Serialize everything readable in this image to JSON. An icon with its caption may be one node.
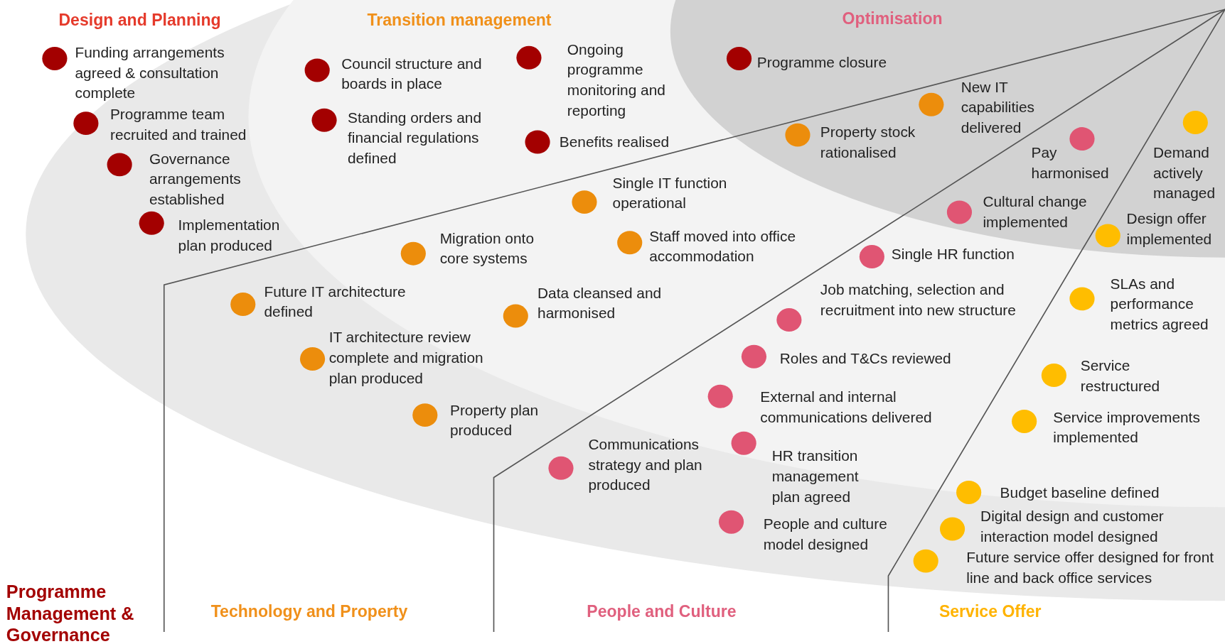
{
  "diagram": {
    "labels": [
      "Design and Planning",
      "Transition management",
      "Optimisation",
      "Funding arrangements agreed & consultation complete",
      "Council structure and boards in place",
      "Ongoing programme monitoring and reporting",
      "Programme closure",
      "Programme team recruited and trained",
      "Standing orders and financial regulations defined",
      "New IT capabilities delivered",
      "Benefits realised",
      "Property stock rationalised",
      "Demand actively managed",
      "Pay harmonised",
      "Governance arrangements established",
      "Single IT function operational",
      "Cultural change implemented",
      "Implementation plan produced",
      "Design offer implemented",
      "Migration onto core systems",
      "Staff moved into office accommodation",
      "Single HR function",
      "SLAs and performance metrics agreed",
      "Future IT architecture defined",
      "Data cleansed and harmonised",
      "Job matching, selection and recruitment into new structure",
      "IT architecture review complete and migration plan produced",
      "Roles and T&Cs reviewed",
      "Service restructured",
      "External and internal communications delivered",
      "Service improvements implemented",
      "Property plan produced",
      "HR transition management plan agreed",
      "Communications strategy and plan produced",
      "Budget baseline defined",
      "Digital design and customer interaction model designed",
      "People and culture model designed",
      "Future service offer designed for front line and back office services",
      "Programme Management & Governance",
      "Technology and Property",
      "People and Culture",
      "Service Offer"
    ]
  }
}
